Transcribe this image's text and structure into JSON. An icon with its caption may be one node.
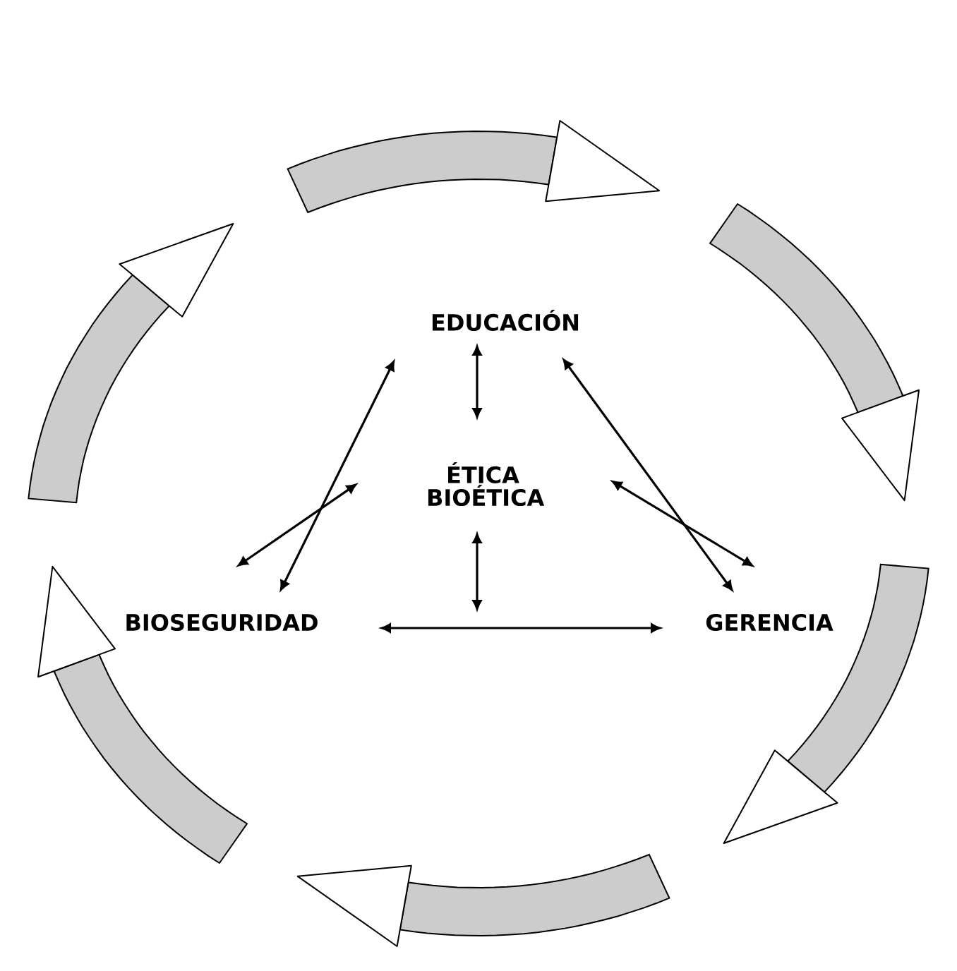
{
  "diagram": {
    "nodes": [
      {
        "text": [
          "EDUCACIÓN"
        ]
      },
      {
        "text": [
          "ÉTICA BIOÉTICA"
        ]
      },
      {
        "text": [
          "BIOSEGURIDAD"
        ]
      },
      {
        "text": [
          "GERENCIA"
        ]
      }
    ],
    "edges": [
      {
        "from": 0,
        "to": 1,
        "arrow": "both"
      },
      {
        "from": 0,
        "to": 2,
        "arrow": "both"
      },
      {
        "from": 1,
        "to": 2,
        "arrow": "both"
      },
      {
        "from": 0,
        "to": 3,
        "arrow": "both"
      },
      {
        "from": 1,
        "to": 3,
        "arrow": "both"
      },
      {
        "from": 2,
        "to": 3,
        "arrow": "both"
      },
      {
        "from": 1,
        "to": null,
        "arrow": "both"
      }
    ]
  }
}
